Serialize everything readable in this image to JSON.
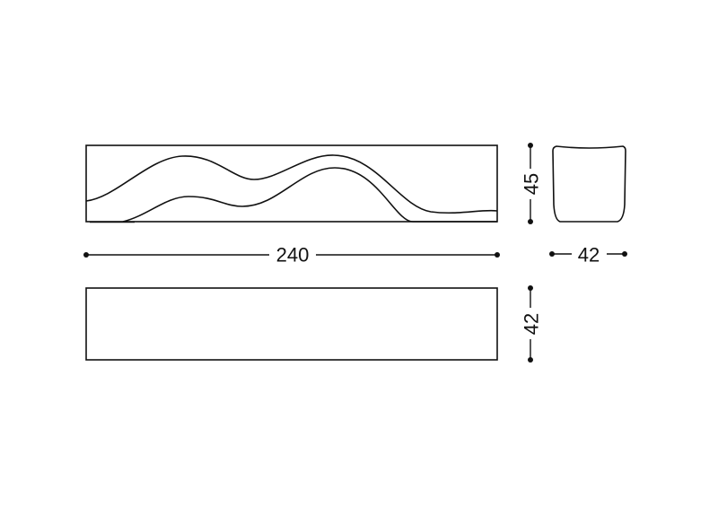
{
  "drawing": {
    "front_view": {
      "width_dim": "240",
      "height_dim": "45"
    },
    "side_view": {
      "depth_dim": "42"
    },
    "plan_view": {
      "depth_dim": "42"
    },
    "colors": {
      "line": "#111111",
      "background": "#ffffff"
    }
  }
}
